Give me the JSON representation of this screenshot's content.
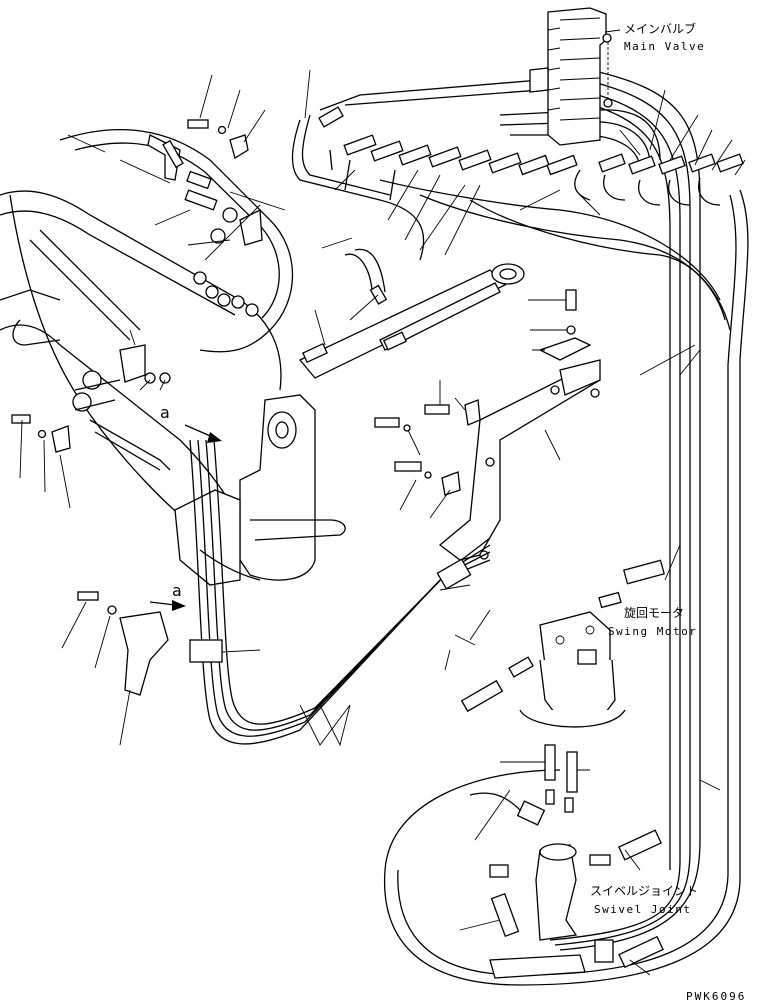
{
  "labels": {
    "main_valve": {
      "jp": "メインバルブ",
      "en": "Main Valve"
    },
    "swing_motor": {
      "jp": "旋回モータ",
      "en": "Swing Motor"
    },
    "swivel_joint": {
      "jp": "スイベルジョイント",
      "en": "Swivel Joint"
    }
  },
  "view_refs": [
    "a",
    "a"
  ],
  "drawing_code": "PWK6096"
}
